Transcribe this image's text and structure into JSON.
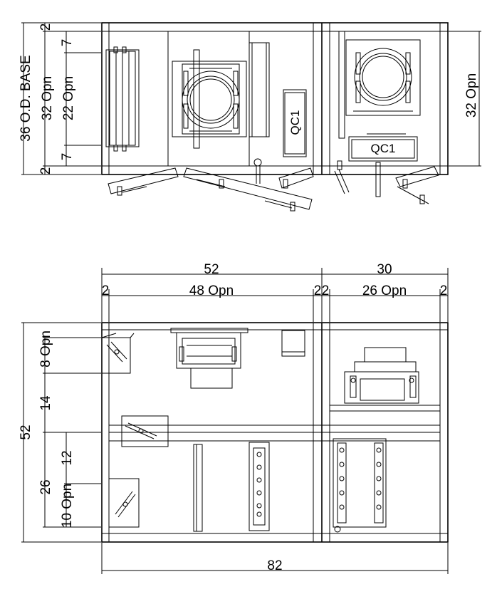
{
  "colors": {
    "line": "#000000",
    "background": "#ffffff"
  },
  "elevation_view": {
    "left_dims": {
      "top_margin": "2",
      "top_offset": "7",
      "overall": "36 O.D. BASE",
      "opening": "32 Opn",
      "inner": "22 Opn",
      "bottom_offset": "7",
      "bottom_margin": "2"
    },
    "right_dim": "32 Opn",
    "component_labels": [
      "QC1",
      "QC1"
    ]
  },
  "plan_view": {
    "top_dims": {
      "left_section": "52",
      "right_section": "30",
      "left_margin": "2",
      "left_opening": "48 Opn",
      "mid_margin_a": "2",
      "mid_margin_b": "2",
      "right_opening": "26 Opn",
      "right_margin": "2"
    },
    "left_dims": {
      "overall": "52",
      "opening_top": "8 Opn",
      "section_upper": "14",
      "offset": "12",
      "section_lower": "26",
      "opening_bottom": "10 Opn"
    },
    "bottom_dim": "82"
  }
}
